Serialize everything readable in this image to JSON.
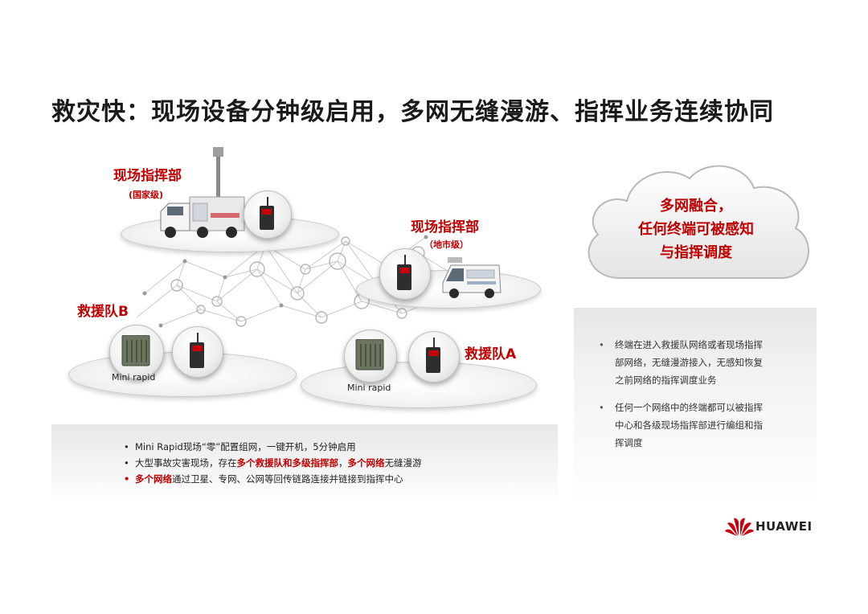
{
  "title": "救灾快：现场设备分钟级启用，多网无缝漫游、指挥业务连续协同",
  "sites": {
    "national": {
      "label": "现场指挥部",
      "sub": "(国家级)"
    },
    "municipal": {
      "label": "现场指挥部",
      "sub": "（地市级）"
    },
    "team_b": {
      "label": "救援队B",
      "device": "Mini rapid"
    },
    "team_a": {
      "label": "救援队A",
      "device": "Mini rapid"
    }
  },
  "cloud": {
    "lines": [
      "多网融合，",
      "任何终端可被感知",
      "与指挥调度"
    ]
  },
  "bottom_bullets": {
    "b1": {
      "bullet": "•",
      "text": "Mini Rapid现场“零”配置组网，一键开机，5分钟启用"
    },
    "b2": {
      "bullet": "•",
      "t1": "大型事故灾害现场，存在",
      "r1": "多个救援队和多级指挥部",
      "t2": "，",
      "r2": "多个网络",
      "t3": "无缝漫游"
    },
    "b3": {
      "bullet": "•",
      "r1": "多个网络",
      "t1": "通过卫星、专网、公网等回传链路连接并链接到指挥中心"
    }
  },
  "right_bullets": [
    {
      "bullet": "•",
      "lines": [
        "终端在进入救援队网络或者现场指挥",
        "部网络，无缝漫游接入，无感知恢复",
        "之前网络的指挥调度业务"
      ]
    },
    {
      "bullet": "•",
      "lines": [
        "任何一个网络中的终端都可以被指挥",
        "中心和各级现场指挥部进行编组和指",
        "挥调度"
      ]
    }
  ],
  "brand": {
    "name": "HUAWEI",
    "color": "#c7000b"
  },
  "colors": {
    "accent_red": "#c00000"
  }
}
